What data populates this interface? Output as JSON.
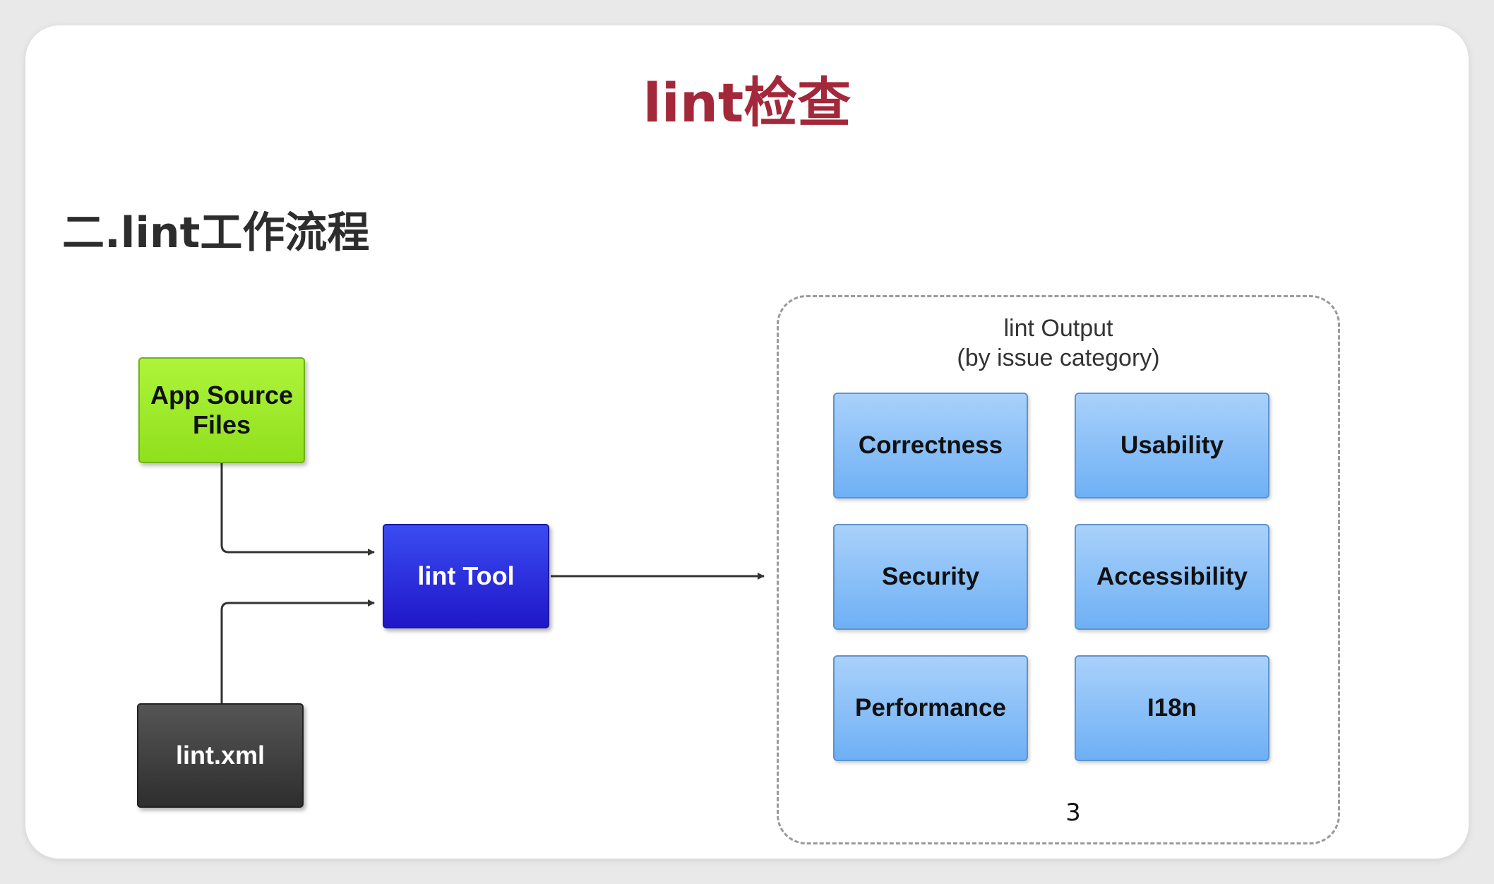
{
  "slide": {
    "title": "lint检查",
    "subtitle": "二.lint工作流程",
    "page_number": "3"
  },
  "diagram": {
    "inputs": {
      "app_source": "App Source\nFiles",
      "lint_xml": "lint.xml"
    },
    "tool": "lint Tool",
    "output": {
      "label_line1": "lint Output",
      "label_line2": "(by issue category)",
      "categories": [
        "Correctness",
        "Usability",
        "Security",
        "Accessibility",
        "Performance",
        "I18n"
      ]
    }
  }
}
